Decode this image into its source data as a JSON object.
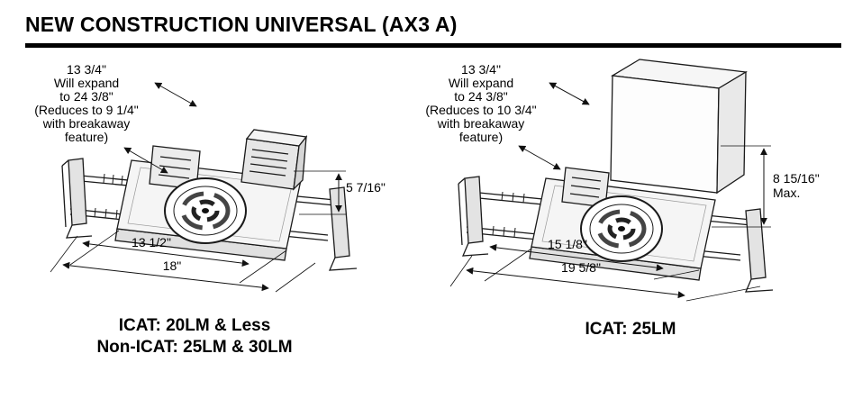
{
  "title": "NEW CONSTRUCTION UNIVERSAL (AX3 A)",
  "ink_color": "#000000",
  "figures": [
    {
      "name": "left-housing",
      "annotation_lines": [
        "13 3/4\"",
        "Will expand",
        "to 24 3/8\"",
        "(Reduces to 9 1/4\"",
        "with breakaway",
        "feature)"
      ],
      "dims": {
        "height": "5 7/16\"",
        "width_inner": "13 1/2\"",
        "width_outer": "18\""
      },
      "caption_lines": [
        "ICAT: 20LM & Less",
        "Non-ICAT: 25LM & 30LM"
      ]
    },
    {
      "name": "right-housing",
      "annotation_lines": [
        "13 3/4\"",
        "Will expand",
        "to 24 3/8\"",
        "(Reduces to 10 3/4\"",
        "with breakaway",
        "feature)"
      ],
      "dims": {
        "height": "8 15/16\"",
        "height_note": "Max.",
        "width_inner": "15 1/8\"",
        "width_outer": "19 5/8\""
      },
      "caption_lines": [
        "ICAT: 25LM"
      ]
    }
  ]
}
